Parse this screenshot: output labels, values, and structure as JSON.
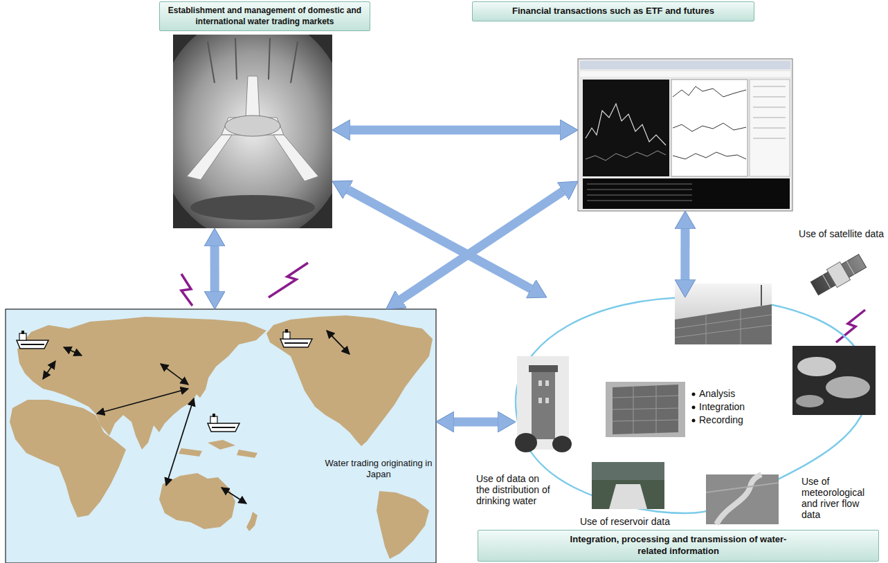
{
  "diagram": {
    "nodes": [
      {
        "text": [
          "Establishment and management of domestic and international water trading markets"
        ]
      },
      {
        "text": [
          "Financial transactions such as ETF and futures"
        ]
      },
      {
        "text": [
          "Water trading originating in Japan"
        ]
      },
      {
        "text": [
          "Integration, processing and transmission of water-related information"
        ]
      }
    ],
    "edges": [
      {
        "from": 0,
        "to": 1,
        "arrow": "both"
      },
      {
        "from": 0,
        "to": 2,
        "arrow": "both"
      },
      {
        "from": 1,
        "to": 3,
        "arrow": "both"
      },
      {
        "from": 0,
        "to": 3,
        "arrow": "both"
      },
      {
        "from": 1,
        "to": 2,
        "arrow": "both"
      },
      {
        "from": 2,
        "to": 3,
        "arrow": "both"
      }
    ],
    "labels": [
      "Use of satellite data",
      "Analysis",
      "Integration",
      "Recording",
      "Use of data on the distribution of drinking water",
      "Use of meteorological and river flow data",
      "Use of reservoir data"
    ]
  }
}
